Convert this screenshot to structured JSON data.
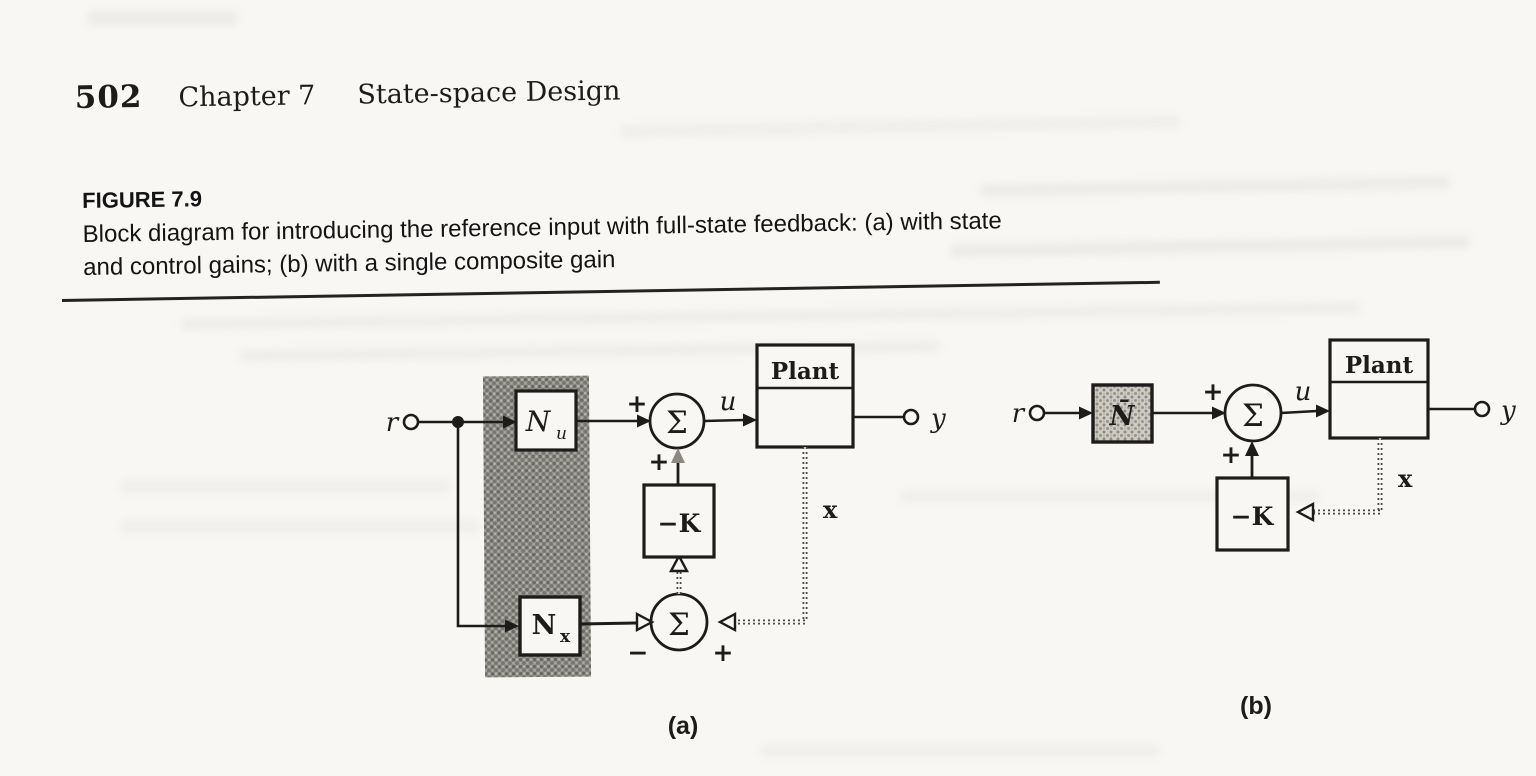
{
  "page": {
    "page_number": "502",
    "chapter": "Chapter 7",
    "chapter_title": "State-space Design"
  },
  "figure": {
    "label": "FIGURE 7.9",
    "caption_line1": "Block diagram for introducing the reference input with full-state feedback: (a) with state",
    "caption_line2": "and control gains; (b) with a single composite gain"
  },
  "colors": {
    "ink": "#1d1c1a",
    "paper": "#f8f7f4",
    "halftone_dark": "#96948e",
    "halftone_light": "#cfccc4"
  },
  "diagram_a": {
    "part_label": "(a)",
    "input_label": "r",
    "control_label": "u",
    "state_label": "x",
    "output_label": "y",
    "sigma_upper": "Σ",
    "sigma_lower": "Σ",
    "plant_label": "Plant",
    "gain_label": "−K",
    "nu_base": "N",
    "nu_sub": "u",
    "nx_base": "N",
    "nx_sub": "x",
    "sum1_left_sign": "+",
    "sum1_bottom_sign": "+",
    "sum2_left_sign": "−",
    "sum2_right_sign": "+"
  },
  "diagram_b": {
    "part_label": "(b)",
    "input_label": "r",
    "control_label": "u",
    "state_label": "x",
    "output_label": "y",
    "sigma": "Σ",
    "plant_label": "Plant",
    "gain_label": "−K",
    "nbar_label": "N̄",
    "sum_left_sign": "+",
    "sum_bottom_sign": "+"
  }
}
